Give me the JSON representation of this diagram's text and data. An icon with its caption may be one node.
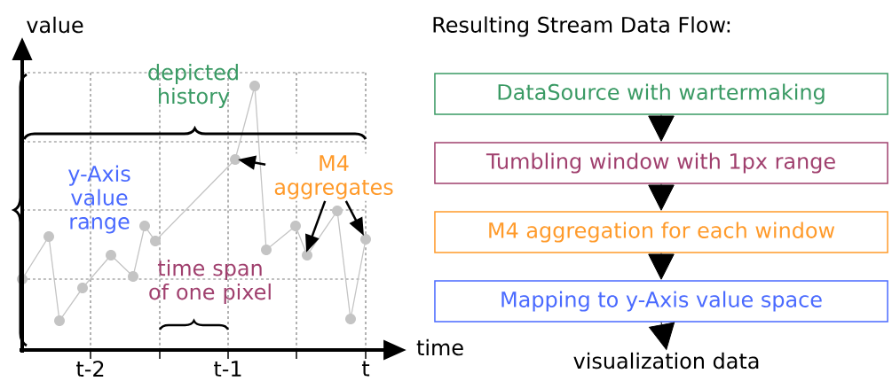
{
  "diagram": {
    "title": "Resulting Stream Data Flow:",
    "nodes": [
      {
        "text": [
          "DataSource with wartermaking"
        ]
      },
      {
        "text": [
          "Tumbling window with 1px range"
        ]
      },
      {
        "text": [
          "M4 aggregation for each window"
        ]
      },
      {
        "text": [
          "Mapping to y-Axis value space"
        ]
      },
      {
        "text": [
          "visualization data"
        ]
      },
      {
        "text": [
          "M4 aggregates"
        ]
      }
    ],
    "edges": [
      {
        "from": 0,
        "to": 1,
        "arrow": "to"
      },
      {
        "from": 1,
        "to": 2,
        "arrow": "to"
      },
      {
        "from": 2,
        "to": 3,
        "arrow": "to"
      },
      {
        "from": 3,
        "to": 4,
        "arrow": "to"
      },
      {
        "from": 5,
        "to": null,
        "arrow": "to"
      },
      {
        "from": 5,
        "to": null,
        "arrow": "to"
      },
      {
        "from": 5,
        "to": null,
        "arrow": "to"
      }
    ],
    "labels": [
      "value",
      "depicted history",
      "y-Axis value range",
      "time span of one pixel",
      "time",
      "t-2",
      "t-1",
      "t"
    ]
  }
}
